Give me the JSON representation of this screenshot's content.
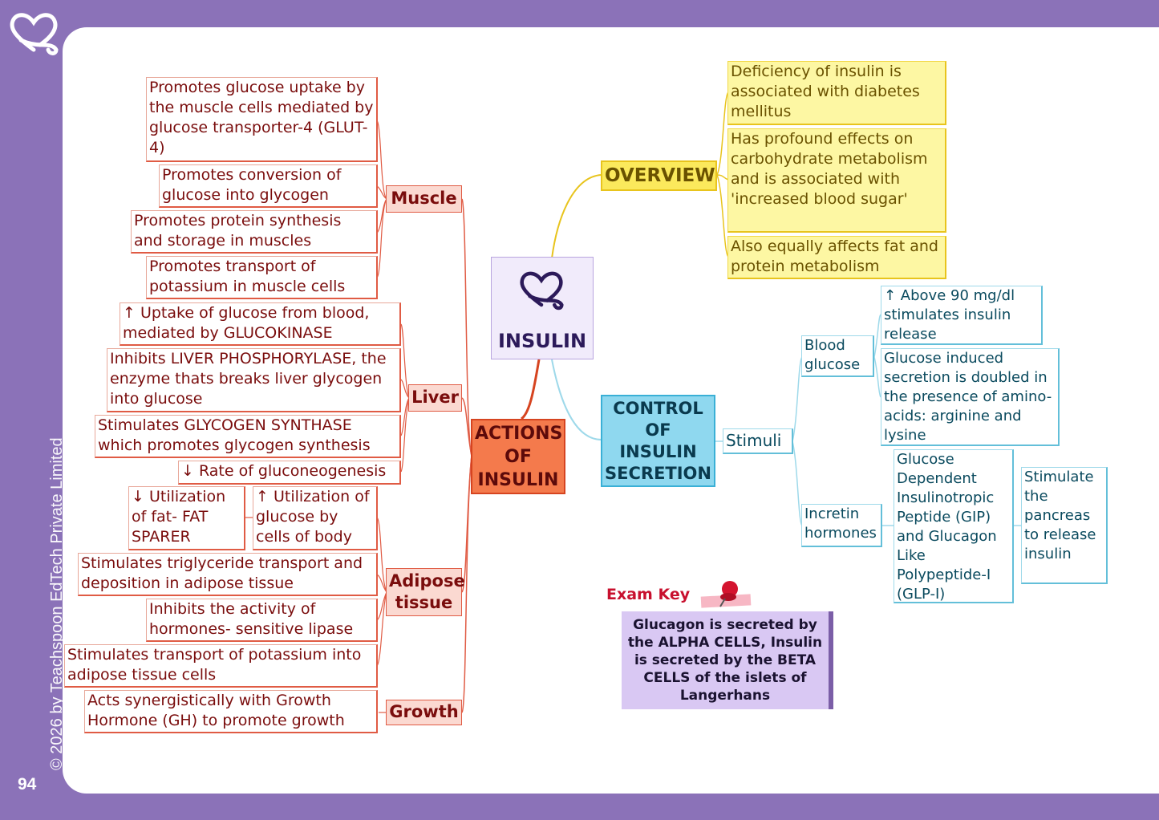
{
  "page_number": "94",
  "copyright": "©  2026 by Teachspoon EdTech Private Limited",
  "center": {
    "title": "INSULIN"
  },
  "overview": {
    "label": "OVERVIEW",
    "items": [
      "Deficiency of insulin is associated with diabetes mellitus",
      "Has profound effects on carbohydrate metabolism and is associated with 'increased blood sugar'",
      "Also equally affects fat and protein metabolism"
    ]
  },
  "control": {
    "label": "CONTROL OF INSULIN SECRETION",
    "stimuli_label": "Stimuli",
    "blood_glucose": {
      "label": "Blood glucose",
      "items": [
        "↑ Above 90 mg/dl stimulates insulin release",
        "Glucose induced secretion is doubled in the presence of amino-acids: arginine and lysine"
      ]
    },
    "incretin": {
      "label": "Incretin hormones",
      "item": "Glucose Dependent Insulinotropic Peptide (GIP) and Glucagon Like Polypeptide-I (GLP-I)",
      "effect": "Stimulate the pancreas to release insulin"
    }
  },
  "actions": {
    "label": "ACTIONS OF INSULIN",
    "muscle": {
      "label": "Muscle",
      "items": [
        "Promotes glucose uptake by the muscle cells mediated by glucose transporter-4 (GLUT-4)",
        "Promotes conversion of glucose into glycogen",
        "Promotes protein synthesis and storage in muscles",
        "Promotes transport of potassium in muscle cells"
      ]
    },
    "liver": {
      "label": "Liver",
      "items": [
        "↑ Uptake of glucose from blood, mediated by GLUCOKINASE",
        "Inhibits LIVER PHOSPHORYLASE, the enzyme thats breaks liver glycogen into glucose",
        "Stimulates GLYCOGEN SYNTHASE which promotes glycogen synthesis",
        "↓ Rate of gluconeogenesis"
      ]
    },
    "adipose": {
      "label": "Adipose tissue",
      "items": [
        "↓ Utilization of fat- FAT SPARER",
        "↑ Utilization of glucose by cells of body",
        "Stimulates triglyceride transport and deposition in adipose tissue",
        "Inhibits the activity of hormones- sensitive lipase",
        "Stimulates transport of potassium into adipose tissue cells"
      ]
    },
    "growth": {
      "label": "Growth",
      "items": [
        "Acts synergistically with Growth Hormone (GH) to promote growth"
      ]
    }
  },
  "exam_key": {
    "label": "Exam Key",
    "text": "Glucagon is secreted by the ALPHA CELLS, Insulin is secreted by the BETA CELLS of the islets of Langerhans"
  },
  "colors": {
    "frame": "#8b72b8",
    "actions": "#f47a4c",
    "overview": "#fbe95c",
    "control": "#8fd8ef",
    "exam_box": "#d9c8f3"
  }
}
